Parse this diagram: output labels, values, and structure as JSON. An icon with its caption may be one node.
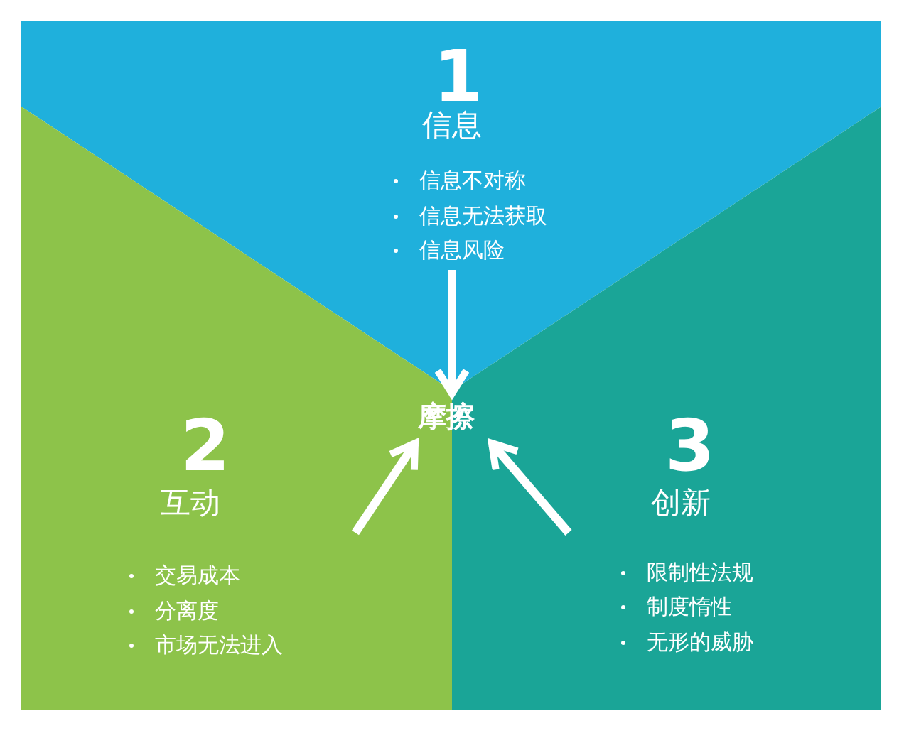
{
  "diagram": {
    "nodes": [
      {
        "text": [
          "1",
          "信息",
          "信息不对称",
          "信息无法获取",
          "信息风险"
        ]
      },
      {
        "text": [
          "2",
          "互动",
          "交易成本",
          "分离度",
          "市场无法进入"
        ]
      },
      {
        "text": [
          "3",
          "创新",
          "限制性法规",
          "制度惰性",
          "无形的威胁"
        ]
      },
      {
        "text": [
          "摩擦"
        ]
      }
    ],
    "edges": [
      {
        "from": 0,
        "to": 3,
        "arrow": "to"
      },
      {
        "from": 1,
        "to": 3,
        "arrow": "to"
      },
      {
        "from": 2,
        "to": 3,
        "arrow": "to"
      }
    ]
  }
}
